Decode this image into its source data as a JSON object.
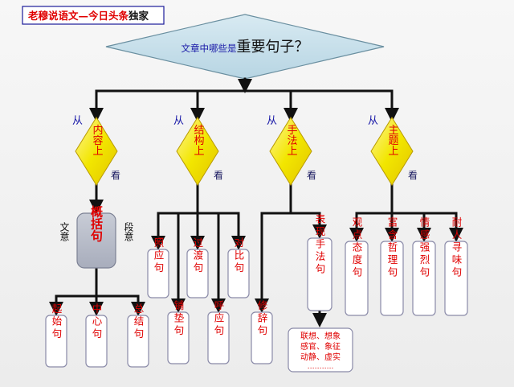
{
  "header": {
    "part1": "老穆说语文—今日头条",
    "part2": "独家"
  },
  "question": {
    "part1": "文章中哪些是",
    "part2": "重要句子？"
  },
  "branches": [
    {
      "from": "从",
      "name": "内容上",
      "look": "看"
    },
    {
      "from": "从",
      "name": "结构上",
      "look": "看"
    },
    {
      "from": "从",
      "name": "手法上",
      "look": "看"
    },
    {
      "from": "从",
      "name": "主题上",
      "look": "看"
    }
  ],
  "content": {
    "center": "概括句",
    "left_label": "文意",
    "right_label": "段意",
    "leaves": [
      "起始句",
      "中心句",
      "总结句"
    ]
  },
  "structure": {
    "leaves": [
      "照应句",
      "铺垫句",
      "过渡句",
      "呼应句",
      "对比句"
    ]
  },
  "technique": {
    "leaves": [
      "修辞句",
      "表现手法句"
    ],
    "examples": [
      "联想、想象",
      "感官、象征",
      "动静、虚实",
      "……….."
    ]
  },
  "theme": {
    "leaves": [
      "观点态度句",
      "富含哲理句",
      "情感强烈句",
      "耐人寻味句"
    ]
  },
  "colors": {
    "text_red": "#e00000",
    "text_blue": "#1a1aa8",
    "diamond_yellow": "#f2e600",
    "box_border": "#8a8aa8",
    "arrow": "#111111"
  }
}
